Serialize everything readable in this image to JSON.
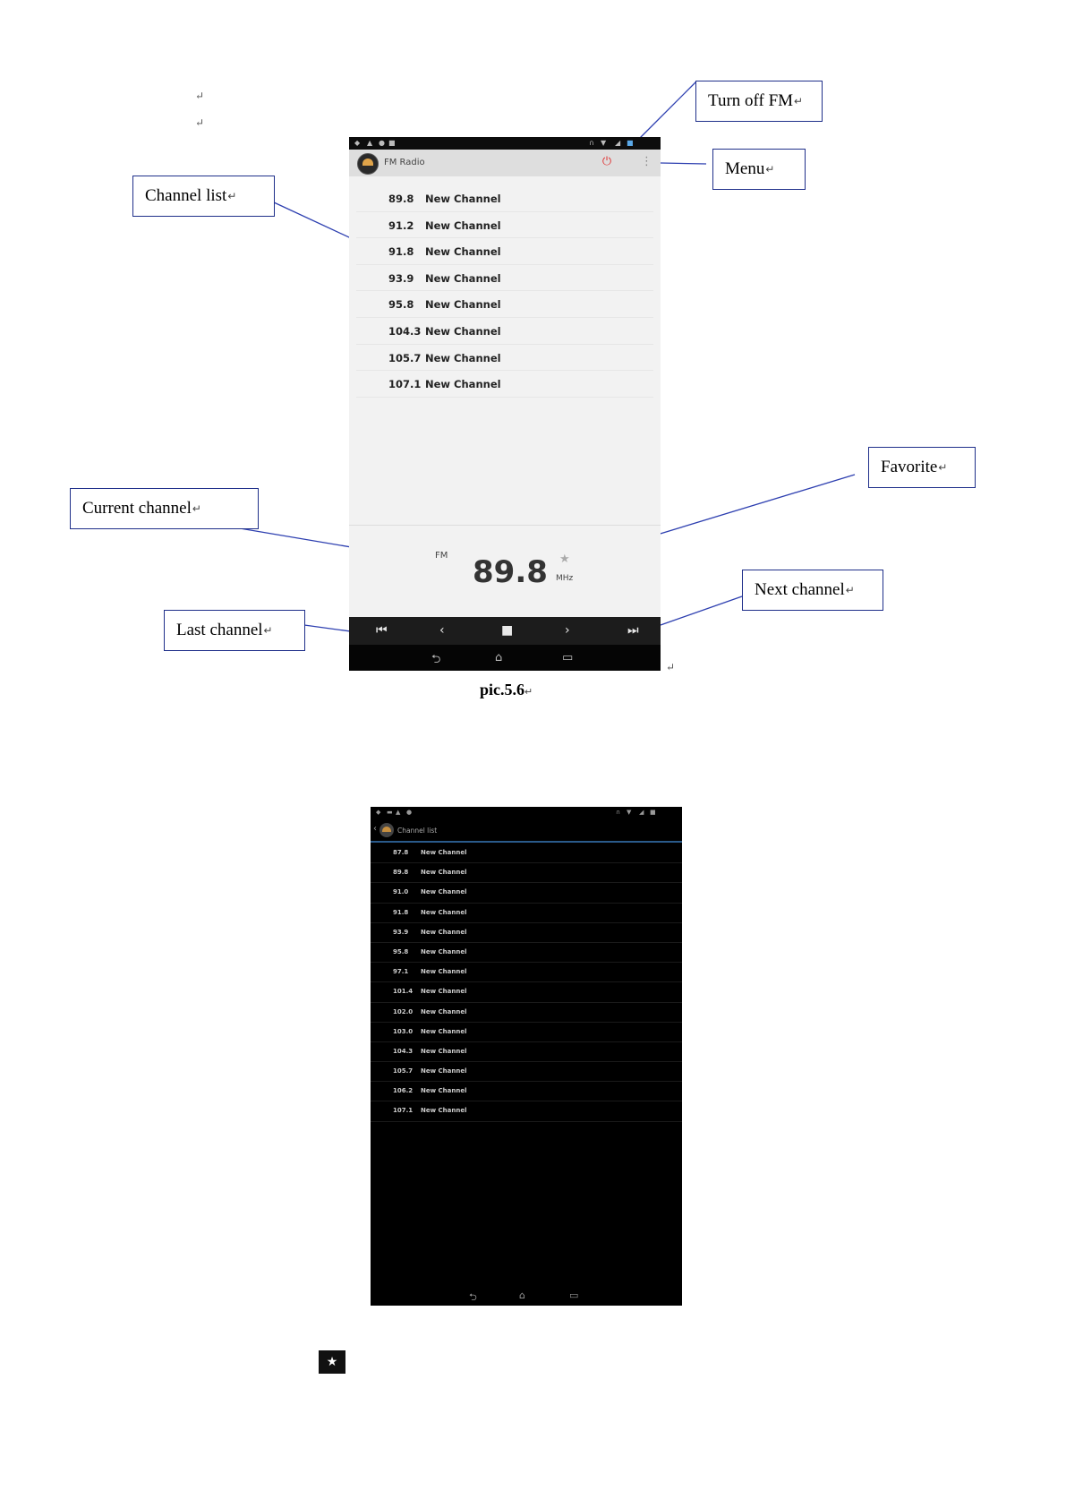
{
  "doc": {
    "return_mark": "↵",
    "caption": "pic.5.6"
  },
  "callouts": {
    "turn_off_fm": "Turn off FM",
    "menu": "Menu",
    "channel_list": "Channel list",
    "favorite": "Favorite",
    "current_channel": "Current channel",
    "next_channel": "Next channel",
    "last_channel": "Last channel"
  },
  "screen1": {
    "app_title": "FM Radio",
    "channels": [
      {
        "freq": "89.8",
        "name": "New Channel"
      },
      {
        "freq": "91.2",
        "name": "New Channel"
      },
      {
        "freq": "91.8",
        "name": "New Channel"
      },
      {
        "freq": "93.9",
        "name": "New Channel"
      },
      {
        "freq": "95.8",
        "name": "New Channel"
      },
      {
        "freq": "104.3",
        "name": "New Channel"
      },
      {
        "freq": "105.7",
        "name": "New Channel"
      },
      {
        "freq": "107.1",
        "name": "New Channel"
      }
    ],
    "band": "FM",
    "current_freq": "89.8",
    "unit": "MHz",
    "icons": {
      "power": "power-icon",
      "menu": "overflow-menu-icon",
      "favorite": "star-icon",
      "last": "skip-previous-icon",
      "prev": "chevron-left-icon",
      "stop": "stop-icon",
      "next": "chevron-right-icon",
      "skip_next": "skip-next-icon"
    },
    "colors": {
      "power": "#e03535",
      "controls_bg": "#1c1c1c"
    }
  },
  "screen2": {
    "title": "Channel list",
    "channels": [
      {
        "freq": "87.8",
        "name": "New Channel"
      },
      {
        "freq": "89.8",
        "name": "New Channel"
      },
      {
        "freq": "91.0",
        "name": "New Channel"
      },
      {
        "freq": "91.8",
        "name": "New Channel"
      },
      {
        "freq": "93.9",
        "name": "New Channel"
      },
      {
        "freq": "95.8",
        "name": "New Channel"
      },
      {
        "freq": "97.1",
        "name": "New Channel"
      },
      {
        "freq": "101.4",
        "name": "New Channel"
      },
      {
        "freq": "102.0",
        "name": "New Channel"
      },
      {
        "freq": "103.0",
        "name": "New Channel"
      },
      {
        "freq": "104.3",
        "name": "New Channel"
      },
      {
        "freq": "105.7",
        "name": "New Channel"
      },
      {
        "freq": "106.2",
        "name": "New Channel"
      },
      {
        "freq": "107.1",
        "name": "New Channel"
      }
    ]
  }
}
